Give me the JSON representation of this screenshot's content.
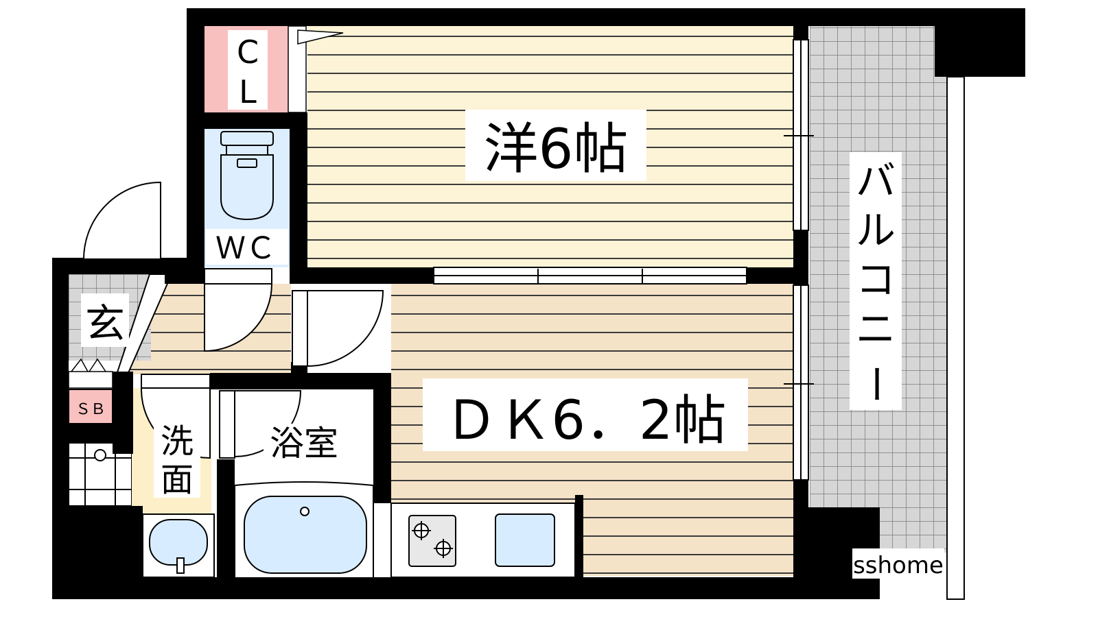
{
  "labels": {
    "western_room": "洋6帖",
    "dining_kitchen": "ＤＫ6．2帖",
    "closet_c": "C",
    "closet_l": "L",
    "toilet": "ＷＣ",
    "entrance": "玄",
    "shoe_box": "ＳＢ",
    "washroom_1": "洗",
    "washroom_2": "面",
    "bathroom": "浴室",
    "balcony_1": "バ",
    "balcony_2": "ル",
    "balcony_3": "コ",
    "balcony_4": "ニ",
    "balcony_5": "ー",
    "watermark": "sshome"
  },
  "colors": {
    "wall": "#000000",
    "western_floor": "#fdf3d6",
    "dk_floor": "#f5e3c8",
    "floor_line": "#3a3a3a",
    "closet": "#f9c0c0",
    "toilet_room": "#ddeeff",
    "fixture": "#d8ecff",
    "balcony_tile": "#d6d6d6",
    "balcony_grid": "#7a7a7a",
    "washroom": "#fdf0c8",
    "shoe_box": "#f9c0c0"
  }
}
